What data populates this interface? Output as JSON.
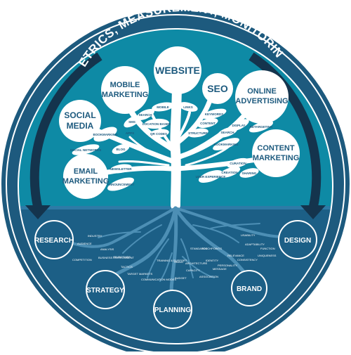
{
  "header": {
    "title": "METRICS, MEASUREMENT, MONITORING"
  },
  "canopy": {
    "website": "WEBSITE",
    "seo": "SEO",
    "mobile": [
      "MOBILE",
      "MARKETING"
    ],
    "social": [
      "SOCIAL",
      "MEDIA"
    ],
    "online": [
      "ONLINE",
      "ADVERTISING"
    ],
    "content": [
      "CONTENT",
      "MARKETING"
    ],
    "email": [
      "EMAIL",
      "MARKETING"
    ]
  },
  "leaves": {
    "mobile": "MOBILE",
    "search": "SEARCH",
    "links": "LINKS",
    "keywords": "KEYWORDS",
    "location_based": "LOCATION BASED",
    "sms": "SMS",
    "apps": "APPS",
    "qr_codes": "QR CODES",
    "content": "CONTENT",
    "display": "DISPLAY",
    "retargeting": "RETARGETING",
    "search2": "SEARCH",
    "structure": "STRUCTURE",
    "blog": "BLOG",
    "social_networks": "SOCIAL NETWORKS",
    "bookmarking": "BOOKMARKING",
    "newsletter": "NEWSLETTER",
    "announcement": "ANNOUNCEMENT",
    "user_experience": "USER EXPERIENCE",
    "curation": "CURATION",
    "creation": "CREATION",
    "sharing": "SHARING"
  },
  "roots": {
    "research": "RESEARCH",
    "strategy": "STRATEGY",
    "planning": "PLANNING",
    "brand": "BRAND",
    "design": "DESIGN",
    "industry": "INDUSTRY",
    "audience": "AUDIENCE",
    "competition": "COMPETITION",
    "analysis": "ANALYSIS",
    "business_environment": "BUSINESS ENVIRONMENT",
    "objectives": "OBJECTIVES",
    "tactics": "TACTICS",
    "target_markets": "TARGET MARKETS",
    "communication_modes": "COMMUNICATION MODES",
    "training_support": "TRAINING & SUPPORT",
    "timing": "TIMING",
    "budget": "BUDGET",
    "capacity": "CAPACITY",
    "standards": "STANDARDS",
    "architecture": "ARCHITECTURE",
    "touchpoints": "TOUCHPOINTS",
    "identity": "IDENTITY",
    "association": "ASSOCIATION",
    "message": "MESSAGE",
    "personality": "PERSONALITY",
    "relevance": "RELEVANCE",
    "consistency": "CONSISTENCY",
    "adaptability": "ADAPTABILITY",
    "function": "FUNCTION",
    "usability": "USABILITY",
    "uniqueness": "UNIQUENESS"
  },
  "colors": {
    "ring": "#1d5a7e",
    "ring_dark": "#163f5b",
    "sky": "#0e8aa5",
    "ground": "#1c5f86",
    "arrow": "#14344d",
    "white": "#ffffff"
  }
}
